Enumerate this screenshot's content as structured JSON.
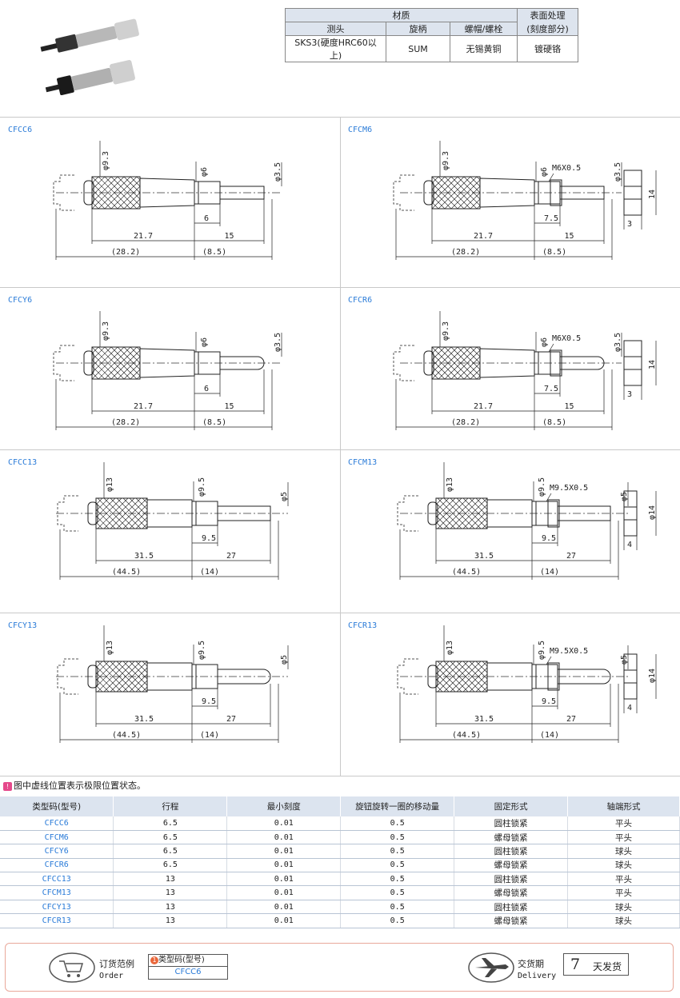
{
  "material_table": {
    "header_material": "材质",
    "header_surface": "表面处理",
    "header_surface_sub": "(刻度部分)",
    "col_probe": "测头",
    "col_handle": "旋柄",
    "col_cap": "螺帽/螺栓",
    "row": {
      "probe": "SKS3(硬度HRC60以上)",
      "handle": "SUM",
      "cap": "无锡黄铜",
      "surface": "镀硬铬"
    }
  },
  "panels": [
    {
      "label": "CFCC6",
      "d_body": "φ9.3",
      "d_neck": "φ6",
      "d_tip": "φ3.5",
      "len_body": "21.7",
      "len_tail": "15",
      "len_neck": "6",
      "len_total": "(28.2)",
      "len_stroke": "(8.5)",
      "thread": "",
      "nut_h": "",
      "nut_w": ""
    },
    {
      "label": "CFCM6",
      "d_body": "φ9.3",
      "d_neck": "φ6",
      "d_tip": "φ3.5",
      "len_body": "21.7",
      "len_tail": "15",
      "len_neck": "7.5",
      "len_total": "(28.2)",
      "len_stroke": "(8.5)",
      "thread": "M6X0.5",
      "nut_h": "14",
      "nut_w": "3"
    },
    {
      "label": "CFCY6",
      "d_body": "φ9.3",
      "d_neck": "φ6",
      "d_tip": "φ3.5",
      "len_body": "21.7",
      "len_tail": "15",
      "len_neck": "6",
      "len_total": "(28.2)",
      "len_stroke": "(8.5)",
      "thread": "",
      "nut_h": "",
      "nut_w": ""
    },
    {
      "label": "CFCR6",
      "d_body": "φ9.3",
      "d_neck": "φ6",
      "d_tip": "φ3.5",
      "len_body": "21.7",
      "len_tail": "15",
      "len_neck": "7.5",
      "len_total": "(28.2)",
      "len_stroke": "(8.5)",
      "thread": "M6X0.5",
      "nut_h": "14",
      "nut_w": "3"
    },
    {
      "label": "CFCC13",
      "d_body": "φ13",
      "d_neck": "φ9.5",
      "d_tip": "φ5",
      "len_body": "31.5",
      "len_tail": "27",
      "len_neck": "9.5",
      "len_total": "(44.5)",
      "len_stroke": "(14)",
      "thread": "",
      "nut_h": "",
      "nut_w": ""
    },
    {
      "label": "CFCM13",
      "d_body": "φ13",
      "d_neck": "φ9.5",
      "d_tip": "φ5",
      "len_body": "31.5",
      "len_tail": "27",
      "len_neck": "9.5",
      "len_total": "(44.5)",
      "len_stroke": "(14)",
      "thread": "M9.5X0.5",
      "nut_h": "φ14",
      "nut_w": "4"
    },
    {
      "label": "CFCY13",
      "d_body": "φ13",
      "d_neck": "φ9.5",
      "d_tip": "φ5",
      "len_body": "31.5",
      "len_tail": "27",
      "len_neck": "9.5",
      "len_total": "(44.5)",
      "len_stroke": "(14)",
      "thread": "",
      "nut_h": "",
      "nut_w": ""
    },
    {
      "label": "CFCR13",
      "d_body": "φ13",
      "d_neck": "φ9.5",
      "d_tip": "φ5",
      "len_body": "31.5",
      "len_tail": "27",
      "len_neck": "9.5",
      "len_total": "(44.5)",
      "len_stroke": "(14)",
      "thread": "M9.5X0.5",
      "nut_h": "φ14",
      "nut_w": "4"
    }
  ],
  "note": {
    "badge": "!",
    "text": "图中虚线位置表示极限位置状态。"
  },
  "spec_table": {
    "headers": [
      "类型码(型号)",
      "行程",
      "最小刻度",
      "旋钮旋转一圈的移动量",
      "固定形式",
      "轴端形式"
    ],
    "rows": [
      [
        "CFCC6",
        "6.5",
        "0.01",
        "0.5",
        "圆柱锁紧",
        "平头"
      ],
      [
        "CFCM6",
        "6.5",
        "0.01",
        "0.5",
        "螺母锁紧",
        "平头"
      ],
      [
        "CFCY6",
        "6.5",
        "0.01",
        "0.5",
        "圆柱锁紧",
        "球头"
      ],
      [
        "CFCR6",
        "6.5",
        "0.01",
        "0.5",
        "螺母锁紧",
        "球头"
      ],
      [
        "CFCC13",
        "13",
        "0.01",
        "0.5",
        "圆柱锁紧",
        "平头"
      ],
      [
        "CFCM13",
        "13",
        "0.01",
        "0.5",
        "螺母锁紧",
        "平头"
      ],
      [
        "CFCY13",
        "13",
        "0.01",
        "0.5",
        "圆柱锁紧",
        "球头"
      ],
      [
        "CFCR13",
        "13",
        "0.01",
        "0.5",
        "螺母锁紧",
        "球头"
      ]
    ]
  },
  "footer": {
    "order_cn": "订货范例",
    "order_en": "Order",
    "code_label": "类型码(型号)",
    "code_badge": "1",
    "code_value": "CFCC6",
    "delivery_cn": "交货期",
    "delivery_en": "Delivery",
    "delivery_days": "7",
    "delivery_unit": "天发货"
  }
}
